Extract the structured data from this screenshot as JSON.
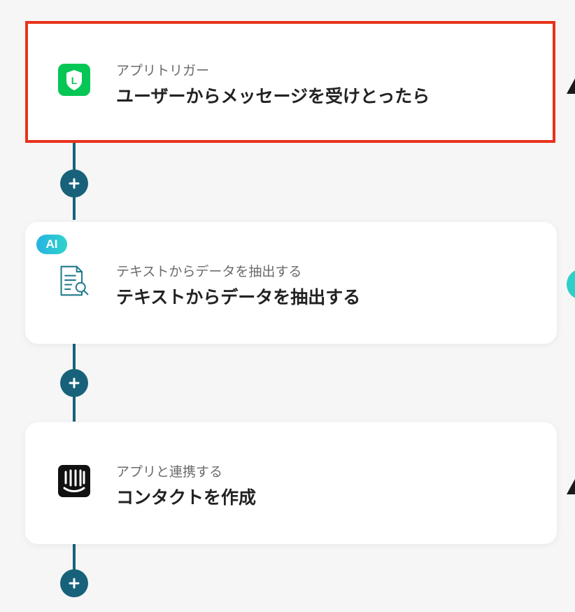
{
  "flow": {
    "steps": [
      {
        "subtitle": "アプリトリガー",
        "title": "ユーザーからメッセージを受けとったら",
        "icon": "line-app-icon",
        "selected": true
      },
      {
        "badge": "AI",
        "subtitle": "テキストからデータを抽出する",
        "title": "テキストからデータを抽出する",
        "icon": "document-search-icon",
        "selected": false
      },
      {
        "subtitle": "アプリと連携する",
        "title": "コンタクトを作成",
        "icon": "intercom-icon",
        "selected": false
      }
    ]
  },
  "colors": {
    "background": "#f6f6f6",
    "connector": "#17627a",
    "selection_border": "#e8321b",
    "line_green": "#06c755",
    "ai_badge": "#27b3e2",
    "doc_icon": "#1f7a8c"
  }
}
